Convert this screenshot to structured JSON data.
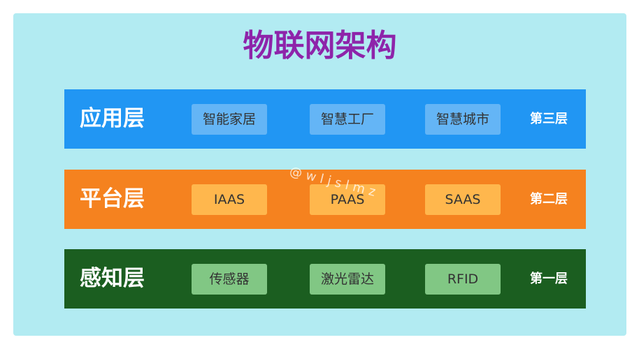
{
  "title": "物联网架构",
  "colors": {
    "background": "#b2ebf2",
    "title": "#8e24aa",
    "application_layer": "#2196f3",
    "application_chip": "#64b5f6",
    "platform_layer": "#f5821f",
    "platform_chip": "#ffb74d",
    "perception_layer": "#1b5e20",
    "perception_chip": "#81c784"
  },
  "layers": [
    {
      "name": "应用层",
      "level": "第三层",
      "items": [
        "智能家居",
        "智慧工厂",
        "智慧城市"
      ]
    },
    {
      "name": "平台层",
      "level": "第二层",
      "items": [
        "IAAS",
        "PAAS",
        "SAAS"
      ]
    },
    {
      "name": "感知层",
      "level": "第一层",
      "items": [
        "传感器",
        "激光雷达",
        "RFID"
      ]
    }
  ],
  "watermark": "@wljslmz"
}
